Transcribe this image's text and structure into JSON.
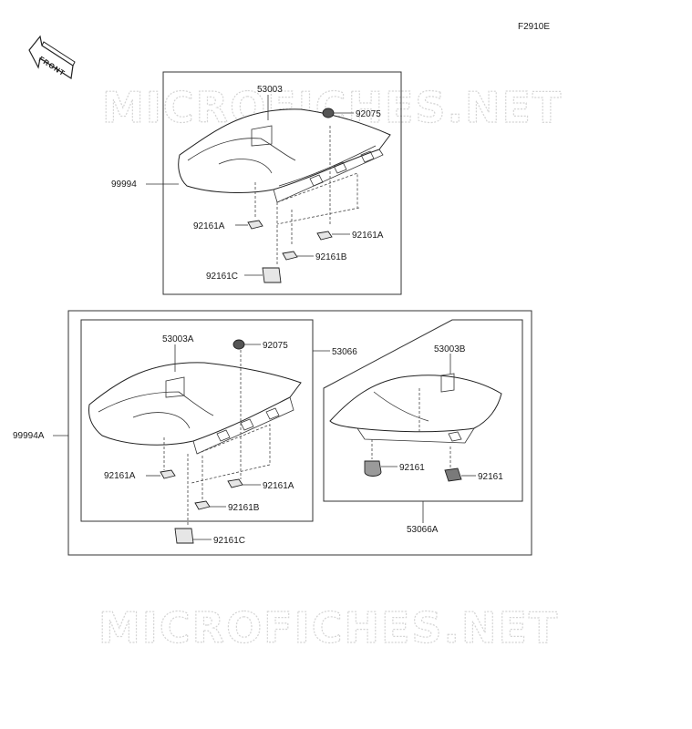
{
  "figure_code": "F2910E",
  "front_arrow_label": "FRONT",
  "watermark_text": "MICROFICHES.NET",
  "upper_assembly": {
    "assembly_label": "99994",
    "cover_label": "53003",
    "damper_label": "92075",
    "cushion_a_left": "92161A",
    "cushion_a_right": "92161A",
    "cushion_b": "92161B",
    "cushion_c": "92161C"
  },
  "lower_assembly": {
    "assembly_label": "99994A",
    "front_seat_label": "53066",
    "cover_label": "53003A",
    "damper_label": "92075",
    "cushion_a_left": "92161A",
    "cushion_a_right": "92161A",
    "cushion_b": "92161B",
    "cushion_c": "92161C",
    "rear_seat_label": "53066A",
    "rear_cover_label": "53003B",
    "rear_cushion_left": "92161",
    "rear_cushion_right": "92161"
  },
  "colors": {
    "line": "#222222",
    "watermark": "#d4d4d4"
  }
}
